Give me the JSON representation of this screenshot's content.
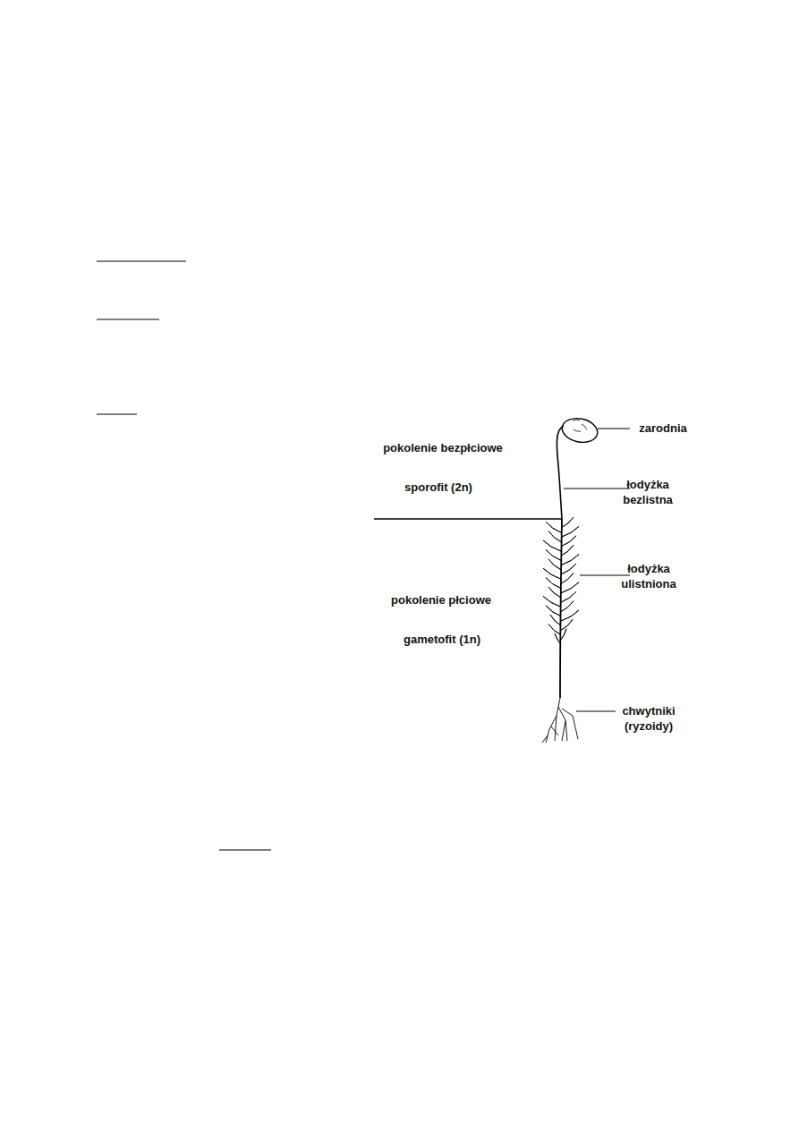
{
  "diagram": {
    "labels": [
      "zarodnia",
      "pokolenie bezpłciowe",
      "sporofit (2n)",
      "łodyżka bezlistna",
      "łodyżka ulistniona",
      "pokolenie płciowe",
      "gametofit (1n)",
      "chwytniki (ryzoidy)"
    ]
  }
}
